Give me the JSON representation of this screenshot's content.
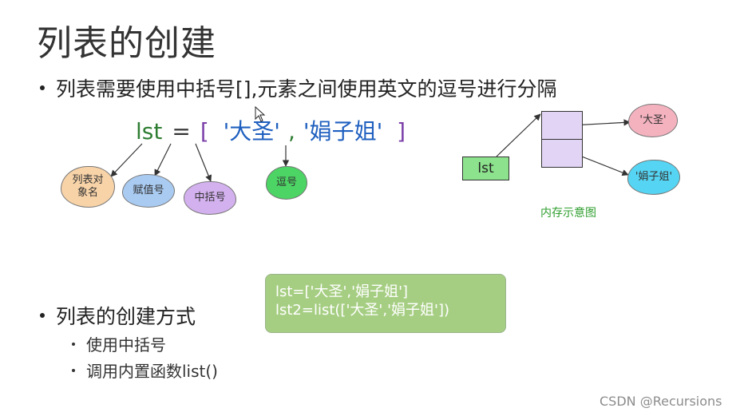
{
  "slide": {
    "title": "列表的创建",
    "bullet_1": "列表需要使用中括号[],元素之间使用英文的逗号进行分隔",
    "bullet_2": "列表的创建方式",
    "sub_bullets": [
      "使用中括号",
      "调用内置函数list()"
    ]
  },
  "code_example": {
    "var": "lst",
    "eq": "=",
    "open_bracket": "[",
    "item_1": "'大圣'",
    "comma": ",",
    "item_2": "'娟子姐'",
    "close_bracket": "]"
  },
  "annotations": {
    "list_name": "列表对象名",
    "assign": "赋值号",
    "bracket": "中括号",
    "comma": "逗号"
  },
  "memory_diagram": {
    "var_box": "lst",
    "item_1": "'大圣'",
    "item_2": "'娟子姐'",
    "caption": "内存示意图"
  },
  "code_box": {
    "line_1": "lst=['大圣','娟子姐']",
    "line_2": "lst2=list(['大圣','娟子姐'])"
  },
  "watermark": "CSDN @Recursions",
  "colors": {
    "var_green": "#2e7d32",
    "bracket_purple": "#7b3fa8",
    "string_blue": "#1f5fbf",
    "code_box_bg": "#a6ce83",
    "memory_cell": "#e2d4f5",
    "lst_box": "#8de38d",
    "caption_green": "#2e9e2e"
  }
}
